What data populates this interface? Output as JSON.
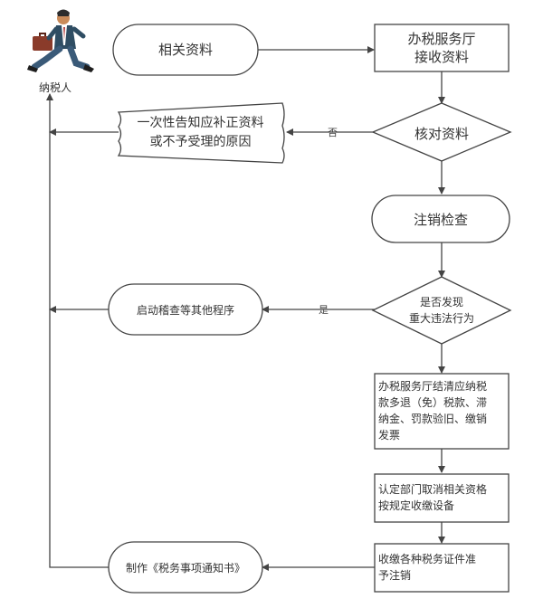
{
  "actor": {
    "label": "纳税人"
  },
  "nodes": {
    "materials": "相关资料",
    "hall_receive": [
      "办税服务厅",
      "接收资料"
    ],
    "notify": [
      "一次性告知应补正资料",
      "或不予受理的原因"
    ],
    "verify": "核对资料",
    "cancel_check": "注销检查",
    "audit": "启动稽查等其他程序",
    "violation": [
      "是否发现",
      "重大违法行为"
    ],
    "settle": [
      "办税服务厅结清应纳税",
      "款多退（免）税款、滞",
      "纳金、罚款验旧、缴销",
      "发票"
    ],
    "certify": [
      "认定部门取消相关资格",
      "按规定收缴设备"
    ],
    "collect": [
      "收缴各种税务证件准",
      "予注销"
    ],
    "notice": "制作《税务事项通知书》"
  },
  "edge_labels": {
    "no": "否",
    "yes": "是"
  },
  "colors": {
    "stroke": "#444444",
    "fill": "#ffffff",
    "text": "#333333"
  }
}
